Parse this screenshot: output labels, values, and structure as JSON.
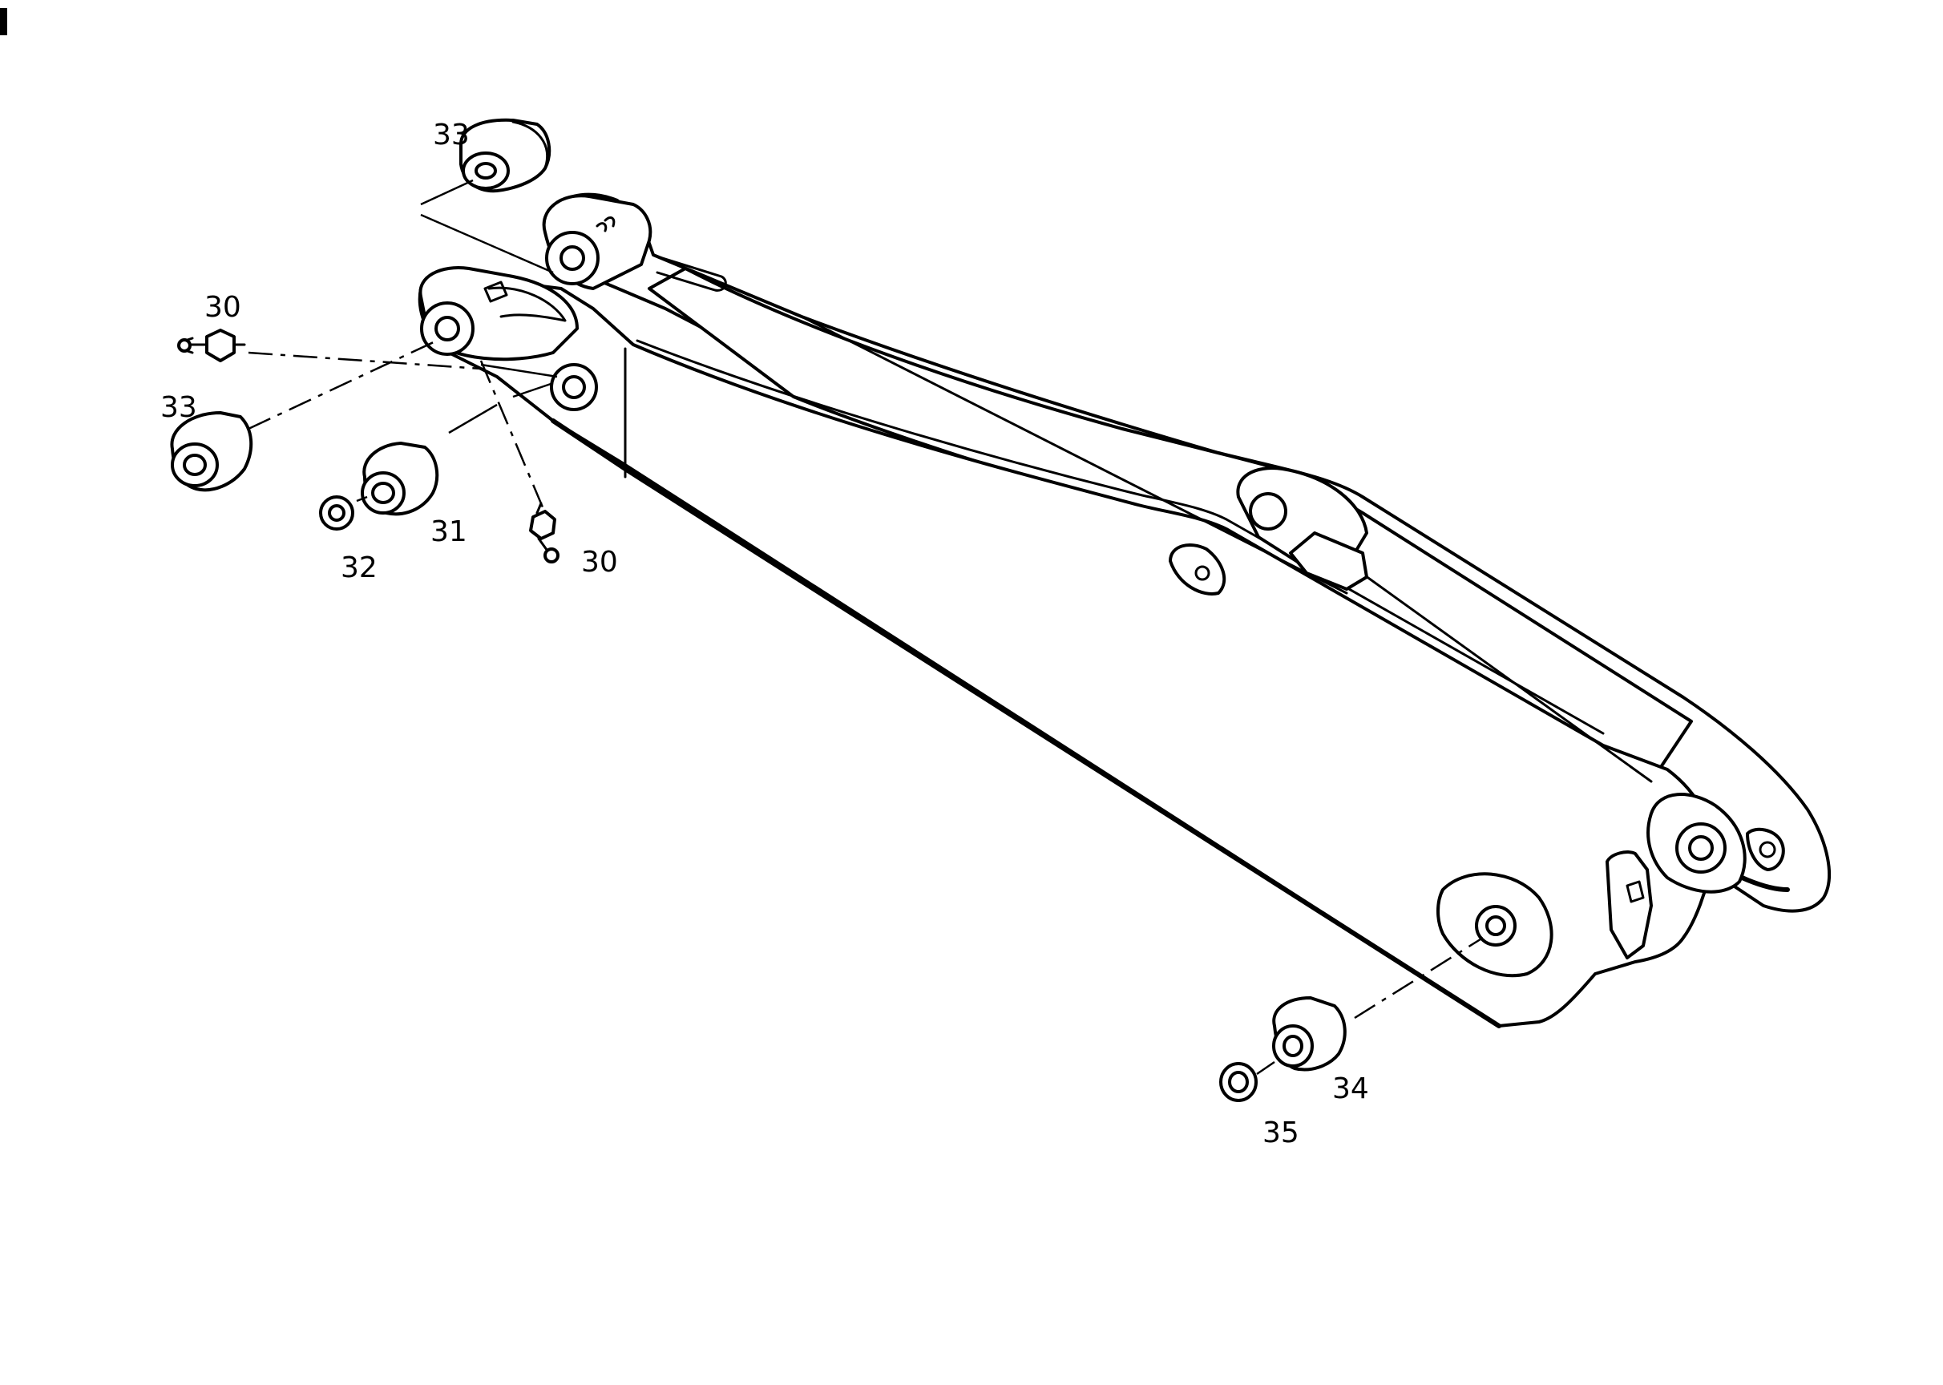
{
  "callouts": {
    "c30_top": "30",
    "c30_bottom": "30",
    "c31": "31",
    "c32": "32",
    "c33_top": "33",
    "c33_left": "33",
    "c34": "34",
    "c35": "35"
  },
  "colors": {
    "ink": "#000000",
    "paper": "#ffffff"
  }
}
